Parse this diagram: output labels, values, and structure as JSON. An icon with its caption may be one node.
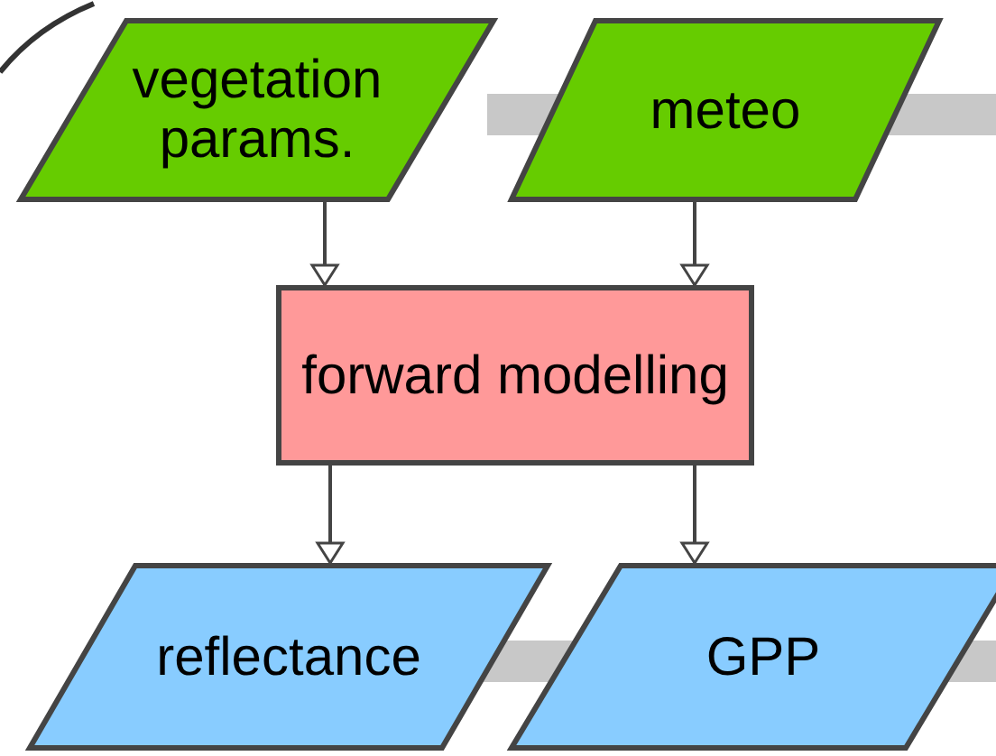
{
  "diagram": {
    "nodes": [
      {
        "text": [
          "vegetation params."
        ]
      },
      {
        "text": [
          "meteo"
        ]
      },
      {
        "text": [
          "forward modelling"
        ]
      },
      {
        "text": [
          "reflectance"
        ]
      },
      {
        "text": [
          "GPP"
        ]
      }
    ],
    "edges": [
      {
        "from": 0,
        "to": 2,
        "arrow": "to"
      },
      {
        "from": 1,
        "to": 2,
        "arrow": "to"
      },
      {
        "from": 2,
        "to": 3,
        "arrow": "to"
      },
      {
        "from": 2,
        "to": 4,
        "arrow": "to"
      }
    ]
  }
}
